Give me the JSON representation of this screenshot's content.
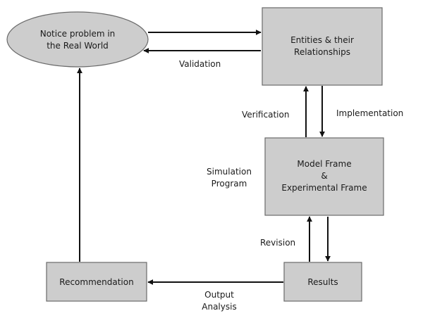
{
  "nodes": {
    "notice": {
      "lines": [
        "Notice problem in",
        "the Real World"
      ]
    },
    "entities": {
      "lines": [
        "Entities & their",
        "Relationships"
      ]
    },
    "model": {
      "lines": [
        "Model Frame",
        "&",
        "Experimental Frame"
      ]
    },
    "results": {
      "lines": [
        "Results"
      ]
    },
    "recommendation": {
      "lines": [
        "Recommendation"
      ]
    }
  },
  "edge_labels": {
    "validation": "Validation",
    "verification": "Verification",
    "implementation": "Implementation",
    "simulation_program": [
      "Simulation",
      "Program"
    ],
    "revision": "Revision",
    "output_analysis": [
      "Output",
      "Analysis"
    ]
  },
  "colors": {
    "box_fill": "#cdcdcd",
    "box_stroke": "#6a6a6a",
    "arrow": "#111111",
    "text": "#1a1a1a"
  }
}
